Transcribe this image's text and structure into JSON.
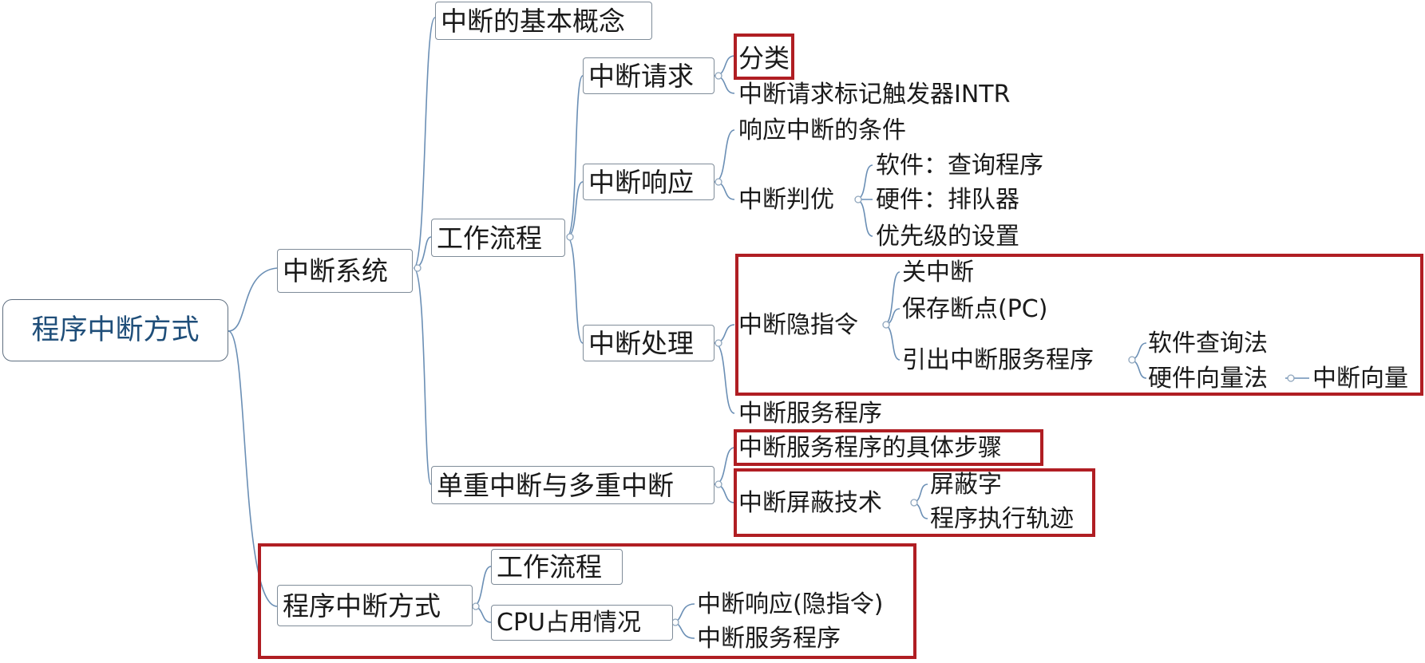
{
  "root": "程序中断方式",
  "interrupt_system": {
    "label": "中断系统",
    "basic_concept": "中断的基本概念",
    "workflow": {
      "label": "工作流程",
      "request": {
        "label": "中断请求",
        "items": [
          "分类",
          "中断请求标记触发器INTR"
        ]
      },
      "response": {
        "label": "中断响应",
        "condition": "响应中断的条件",
        "priority": {
          "label": "中断判优",
          "items": [
            "软件：查询程序",
            "硬件：排队器",
            "优先级的设置"
          ]
        }
      },
      "handling": {
        "label": "中断处理",
        "implicit": {
          "label": "中断隐指令",
          "items": [
            "关中断",
            "保存断点(PC)"
          ],
          "entry": {
            "label": "引出中断服务程序",
            "items": [
              "软件查询法",
              "硬件向量法"
            ],
            "vector": "中断向量"
          }
        },
        "service": "中断服务程序"
      }
    },
    "single_multi": {
      "label": "单重中断与多重中断",
      "steps": "中断服务程序的具体步骤",
      "mask": {
        "label": "中断屏蔽技术",
        "items": [
          "屏蔽字",
          "程序执行轨迹"
        ]
      }
    }
  },
  "program_interrupt": {
    "label": "程序中断方式",
    "workflow": "工作流程",
    "cpu_usage": {
      "label": "CPU占用情况",
      "items": [
        "中断响应(隐指令)",
        "中断服务程序"
      ]
    }
  },
  "colors": {
    "highlight": "#b01e23",
    "connector": "#6b8fb5",
    "root_text": "#1f4e79"
  }
}
